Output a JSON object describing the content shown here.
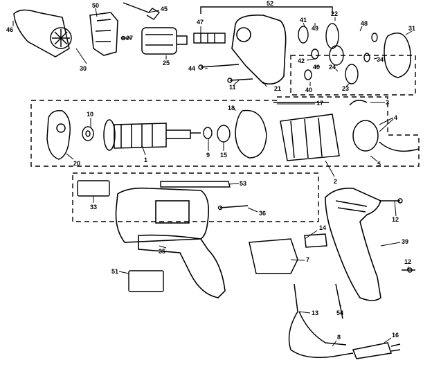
{
  "diagram": {
    "parts": {
      "p46": "46",
      "p30": "30",
      "p50": "50",
      "p27": "27",
      "p45": "45",
      "p47": "47",
      "p25": "25",
      "p44": "44",
      "p52": "52",
      "p21": "21",
      "p11": "11",
      "p41": "41",
      "p49": "49",
      "p22": "22",
      "p48": "48",
      "p31": "31",
      "p42": "42",
      "p40a": "40",
      "p40b": "40",
      "p24": "24",
      "p23": "23",
      "p34": "34",
      "p3": "3",
      "p18": "18",
      "p17": "17",
      "p10": "10",
      "p9": "9",
      "p15": "15",
      "p4": "4",
      "p5": "5",
      "p20": "20",
      "p1": "1",
      "p2": "2",
      "p53": "53",
      "p33": "33",
      "p36": "36",
      "p35": "35",
      "p12a": "12",
      "p39": "39",
      "p14": "14",
      "p7": "7",
      "p51": "51",
      "p12b": "12",
      "p54": "54",
      "p13": "13",
      "p8": "8",
      "p16": "16"
    }
  }
}
